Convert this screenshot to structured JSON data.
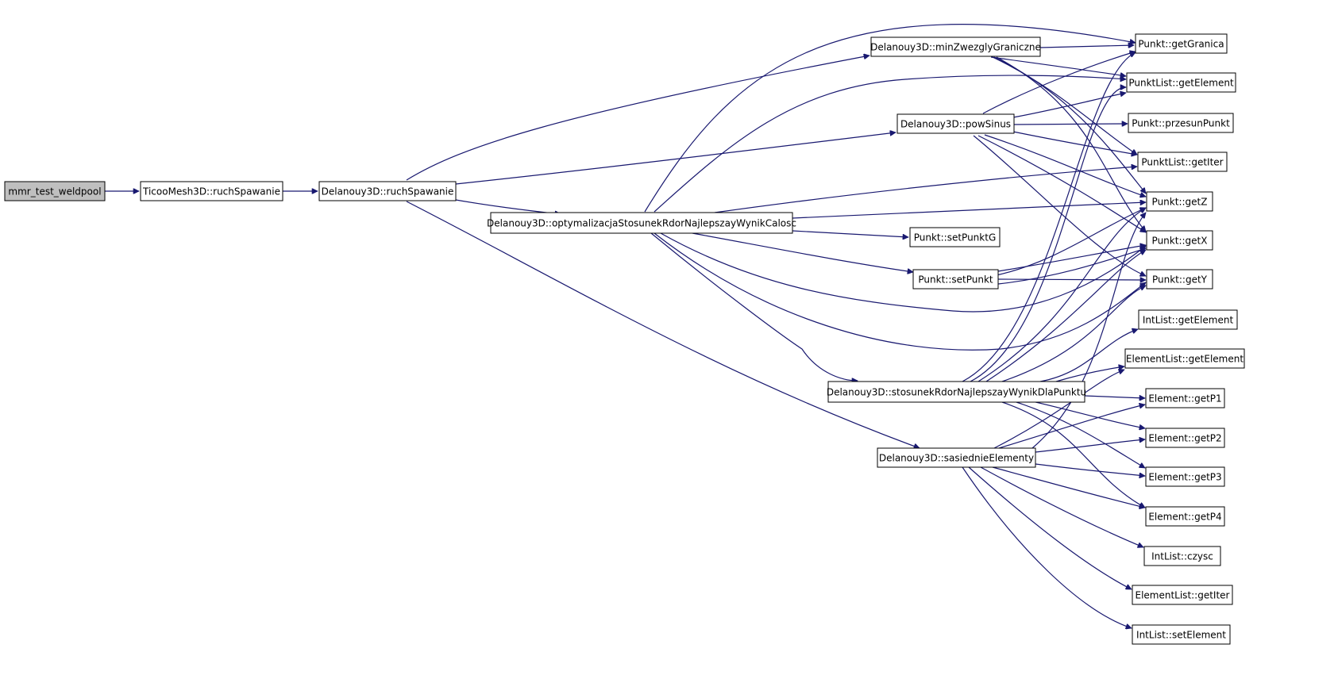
{
  "colors": {
    "edge": "#191970",
    "root_fill": "#bfbfbf",
    "node_fill": "#ffffff",
    "node_border": "#000000"
  },
  "nodes": [
    {
      "id": "mmr_test_weldpool",
      "label": "mmr_test_weldpool",
      "root": true
    },
    {
      "id": "TicooMesh3D_ruchSpawanie",
      "label": "TicooMesh3D::ruchSpawanie"
    },
    {
      "id": "Delanouy3D_ruchSpawanie",
      "label": "Delanouy3D::ruchSpawanie"
    },
    {
      "id": "Delanouy3D_minZwezglyGraniczne",
      "label": "Delanouy3D::minZwezglyGraniczne"
    },
    {
      "id": "Delanouy3D_powSinus",
      "label": "Delanouy3D::powSinus"
    },
    {
      "id": "Delanouy3D_optymalizacja",
      "label": "Delanouy3D::optymalizacjaStosunekRdorNajlepszayWynikCalosc"
    },
    {
      "id": "Delanouy3D_stosunek",
      "label": "Delanouy3D::stosunekRdorNajlepszayWynikDlaPunktu"
    },
    {
      "id": "Delanouy3D_sasiednieElementy",
      "label": "Delanouy3D::sasiednieElementy"
    },
    {
      "id": "Punkt_setPunktG",
      "label": "Punkt::setPunktG"
    },
    {
      "id": "Punkt_setPunkt",
      "label": "Punkt::setPunkt"
    },
    {
      "id": "Punkt_getGranica",
      "label": "Punkt::getGranica"
    },
    {
      "id": "PunktList_getElement",
      "label": "PunktList::getElement"
    },
    {
      "id": "Punkt_przesunPunkt",
      "label": "Punkt::przesunPunkt"
    },
    {
      "id": "PunktList_getIter",
      "label": "PunktList::getIter"
    },
    {
      "id": "Punkt_getZ",
      "label": "Punkt::getZ"
    },
    {
      "id": "Punkt_getX",
      "label": "Punkt::getX"
    },
    {
      "id": "Punkt_getY",
      "label": "Punkt::getY"
    },
    {
      "id": "IntList_getElement",
      "label": "IntList::getElement"
    },
    {
      "id": "ElementList_getElement",
      "label": "ElementList::getElement"
    },
    {
      "id": "Element_getP1",
      "label": "Element::getP1"
    },
    {
      "id": "Element_getP2",
      "label": "Element::getP2"
    },
    {
      "id": "Element_getP3",
      "label": "Element::getP3"
    },
    {
      "id": "Element_getP4",
      "label": "Element::getP4"
    },
    {
      "id": "IntList_czysc",
      "label": "IntList::czysc"
    },
    {
      "id": "ElementList_getIter",
      "label": "ElementList::getIter"
    },
    {
      "id": "IntList_setElement",
      "label": "IntList::setElement"
    }
  ]
}
